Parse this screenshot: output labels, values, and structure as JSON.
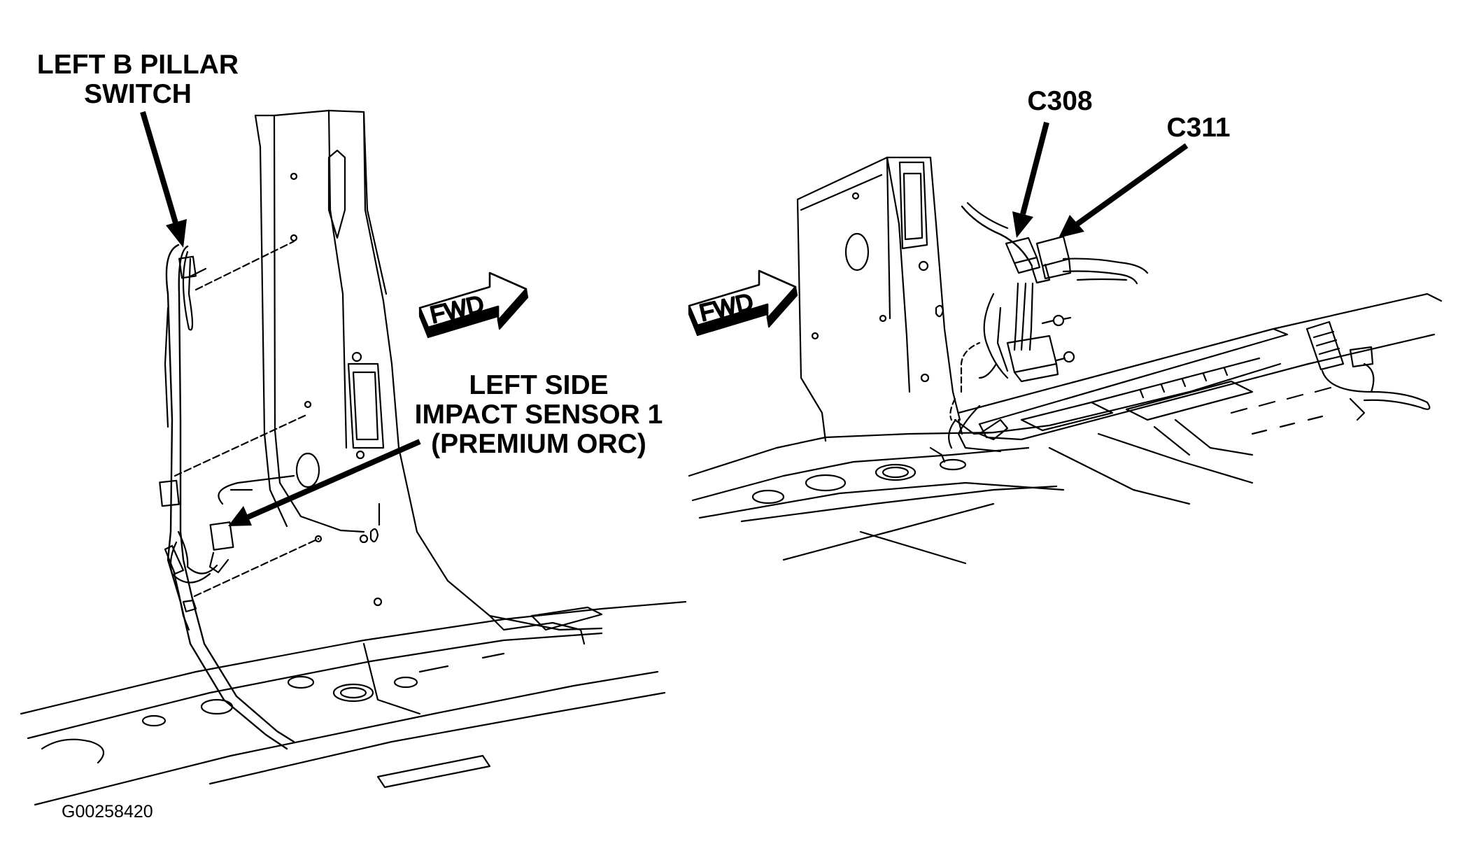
{
  "labels": {
    "b_pillar_switch": [
      "LEFT B PILLAR",
      "SWITCH"
    ],
    "side_impact_sensor": [
      "LEFT SIDE",
      "IMPACT SENSOR 1",
      "(PREMIUM ORC)"
    ],
    "c308": "C308",
    "c311": "C311",
    "fwd_left": "FWD",
    "fwd_right": "FWD"
  },
  "figure_id": "G00258420",
  "colors": {
    "line": "#000000",
    "background": "#ffffff"
  }
}
